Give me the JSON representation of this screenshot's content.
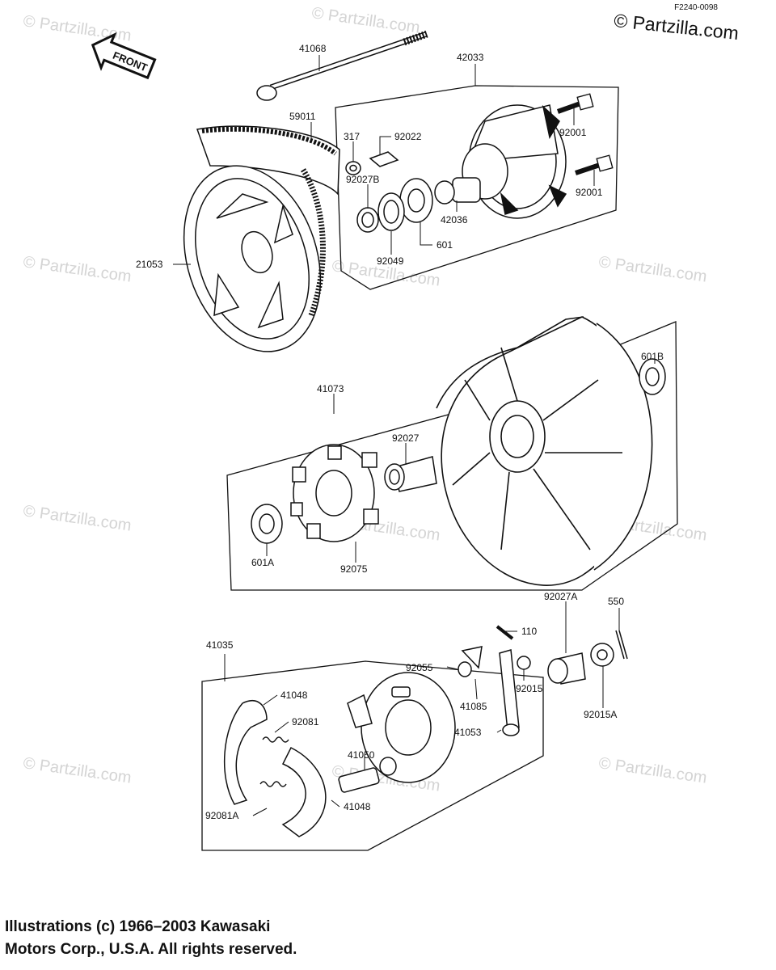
{
  "header": {
    "figure_ref": "F2240-0098",
    "brand": "© Partzilla.com"
  },
  "direction_tag": "FRONT",
  "watermark": "© Partzilla.com",
  "parts": {
    "p41068": "41068",
    "p42033": "42033",
    "p59011": "59011",
    "p317": "317",
    "p92022": "92022",
    "p92001a": "92001",
    "p92001b": "92001",
    "p92027B": "92027B",
    "p42036": "42036",
    "p601": "601",
    "p92049": "92049",
    "p21053": "21053",
    "p41073": "41073",
    "p601B": "601B",
    "p92027": "92027",
    "p601A": "601A",
    "p92075": "92075",
    "p41035": "41035",
    "p92027A": "92027A",
    "p550": "550",
    "p110": "110",
    "p92055": "92055",
    "p92015": "92015",
    "p41085": "41085",
    "p92015A": "92015A",
    "p41048a": "41048",
    "p92081": "92081",
    "p41053": "41053",
    "p41050": "41050",
    "p41048b": "41048",
    "p92081A": "92081A"
  },
  "footer": {
    "line1": "Illustrations (c) 1966–2003 Kawasaki",
    "line2": "Motors Corp., U.S.A.  All rights reserved."
  }
}
